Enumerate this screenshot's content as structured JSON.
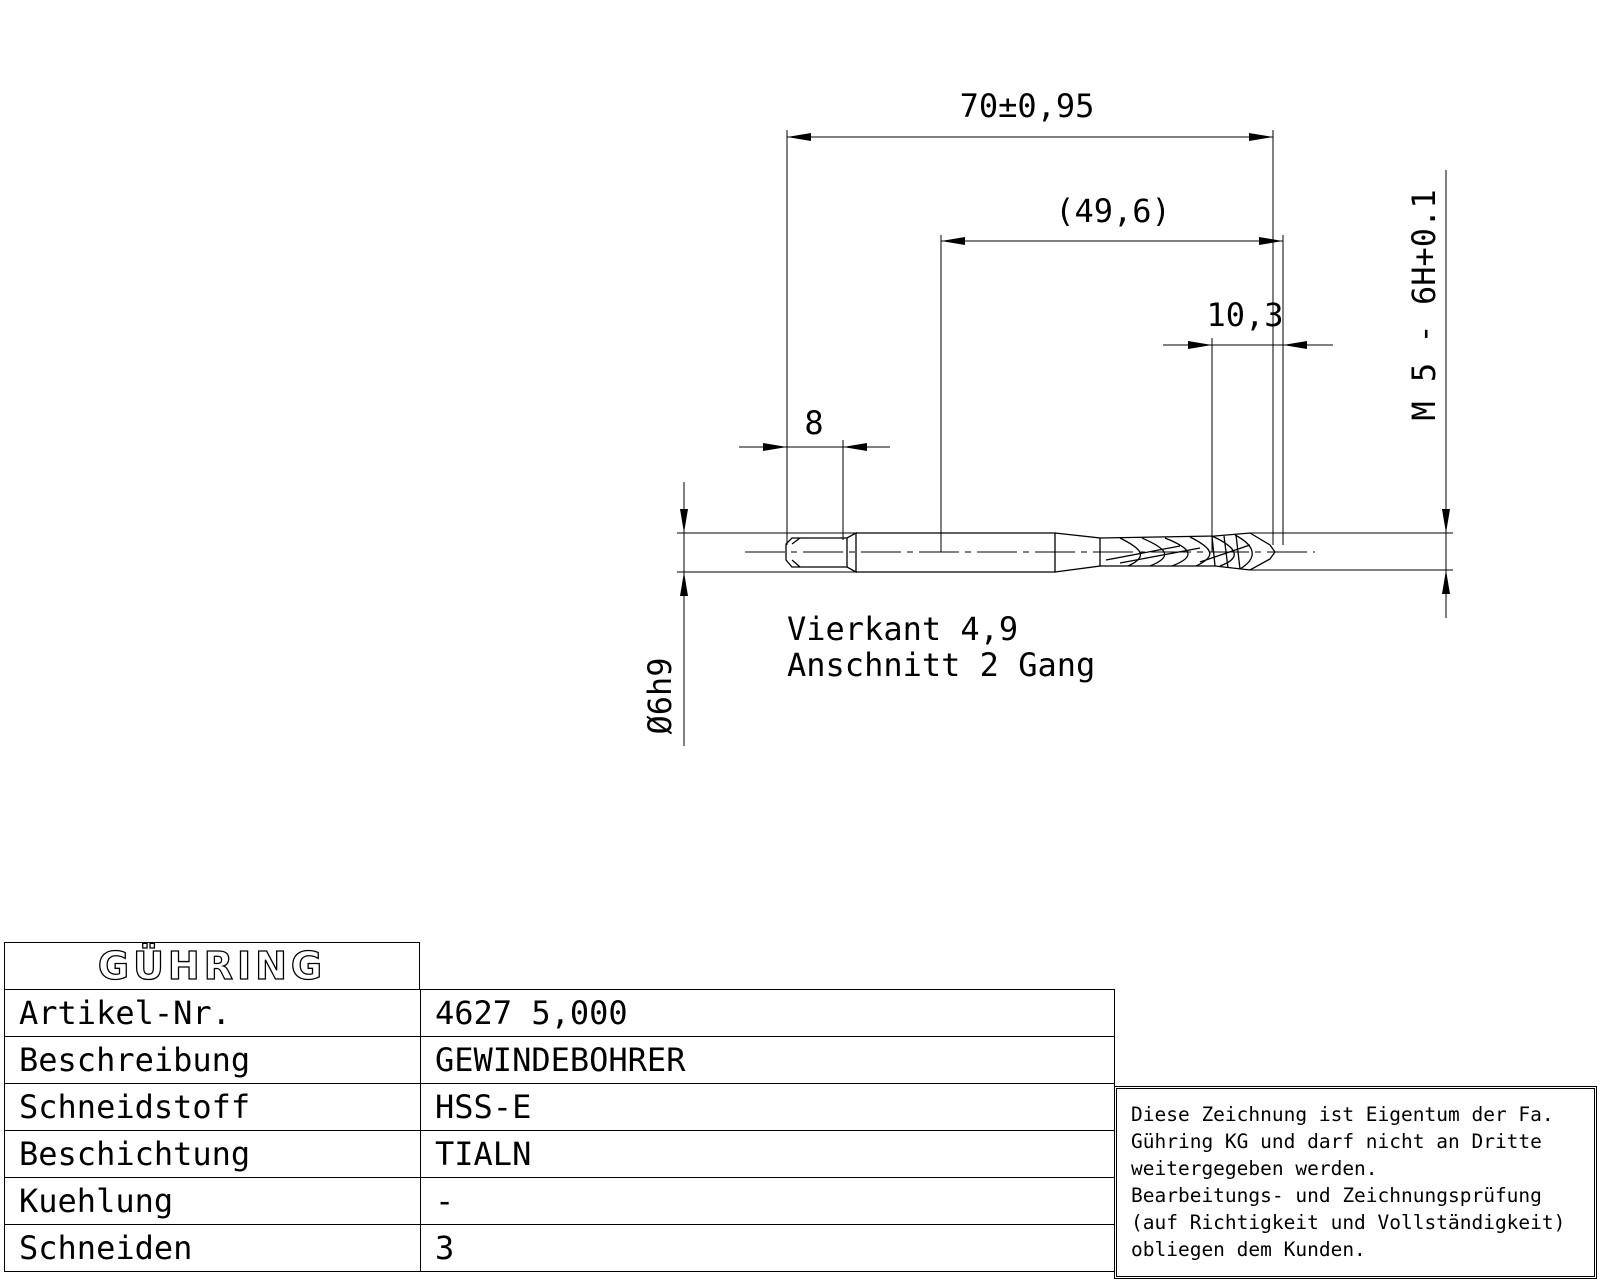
{
  "drawing": {
    "dim_overall": "70±0,95",
    "dim_flute": "(49,6)",
    "dim_thread": "10,3",
    "dim_square": "8",
    "dim_thread_spec": "M 5 - 6H+0.1",
    "dim_shank": "Ø6h9",
    "note_line1": "Vierkant 4,9",
    "note_line2": "Anschnitt 2 Gang"
  },
  "titleblock": {
    "logo_text": "GÜHRING",
    "rows": [
      {
        "label": "Artikel-Nr.",
        "value": "4627 5,000"
      },
      {
        "label": "Beschreibung",
        "value": "GEWINDEBOHRER"
      },
      {
        "label": "Schneidstoff",
        "value": "HSS-E"
      },
      {
        "label": "Beschichtung",
        "value": "TIALN"
      },
      {
        "label": "Kuehlung",
        "value": "-"
      },
      {
        "label": "Schneiden",
        "value": "3"
      }
    ]
  },
  "disclaimer": {
    "lines": [
      "Diese Zeichnung ist Eigentum der Fa.",
      "Gühring KG und darf nicht an Dritte",
      "weitergegeben werden.",
      "Bearbeitungs- und Zeichnungsprüfung",
      "(auf Richtigkeit und Vollständigkeit)",
      "obliegen dem Kunden."
    ]
  }
}
